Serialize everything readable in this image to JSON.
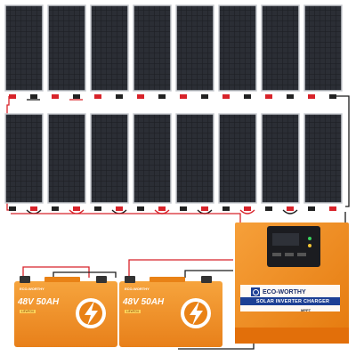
{
  "scene": {
    "panel_rows": 2,
    "panels_per_row": 8,
    "panel_count": 16,
    "battery_count": 2,
    "colors": {
      "panel_cell": "#1d1f24",
      "panel_frame": "#c9ccd1",
      "inverter_body": "#f08a1c",
      "battery_body": "#f2911e",
      "wire_red": "#d8232a",
      "wire_black": "#1a1a1a"
    }
  },
  "inverter": {
    "brand": "ECO-WORTHY",
    "title": "SOLAR INVERTER CHARGER",
    "mppt": "MPPT"
  },
  "batteries": [
    {
      "label": "48V 50AH",
      "brand": "ECO-WORTHY",
      "tag": "LiFePO4"
    },
    {
      "label": "48V 50AH",
      "brand": "ECO-WORTHY",
      "tag": "LiFePO4"
    }
  ]
}
